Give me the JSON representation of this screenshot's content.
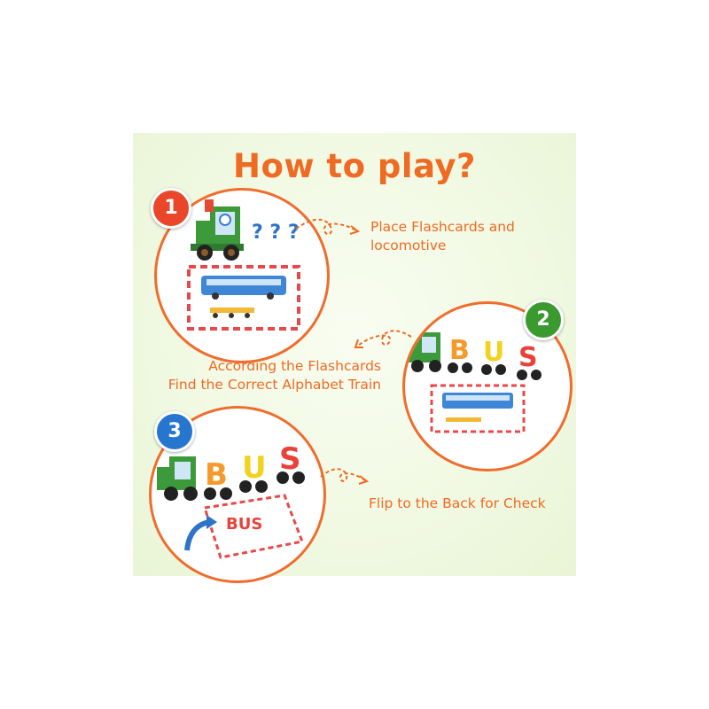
{
  "title": "How to play?",
  "steps": [
    {
      "number": "1",
      "color": "#e9462a",
      "caption_line1": "Place Flashcards and",
      "caption_line2": "locomotive",
      "question_marks": "? ? ?"
    },
    {
      "number": "2",
      "color": "#3a9a2f",
      "caption_line1": "According the Flashcards",
      "caption_line2": "Find the Correct Alphabet Train"
    },
    {
      "number": "3",
      "color": "#2676d0",
      "caption_line1": "Flip to the Back for Check"
    }
  ],
  "train_letters": [
    "B",
    "U",
    "S"
  ],
  "card_text": "BUS",
  "colors": {
    "accent": "#ef6a22",
    "circle_border": "#f06c2c",
    "panel_bg": "#f1f9e3",
    "letter_b": "#f59a2a",
    "letter_u": "#f2d21e",
    "letter_s": "#e8423a",
    "bus_blue": "#3f86d6"
  }
}
